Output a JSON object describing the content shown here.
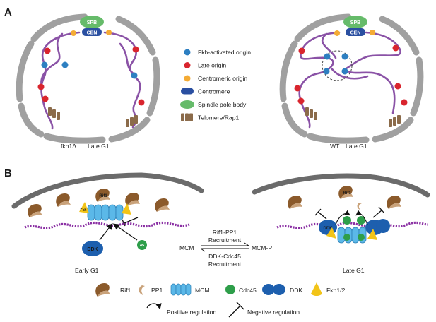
{
  "panels": {
    "a": "A",
    "b": "B"
  },
  "nucleus_left": {
    "caption_left": "fkh1Δ",
    "caption_right": "Late G1",
    "spb": "SPB",
    "cen": "CEN"
  },
  "nucleus_right": {
    "caption_left": "WT",
    "caption_right": "Late G1",
    "spb": "SPB",
    "cen": "CEN"
  },
  "legend_a": [
    {
      "label": "Fkh-activated origin",
      "icon": "blue-origin-icon",
      "color": "#2d7fc1"
    },
    {
      "label": "Late origin",
      "icon": "red-origin-icon",
      "color": "#d9252e"
    },
    {
      "label": "Centromeric origin",
      "icon": "orange-origin-icon",
      "color": "#f4ab35"
    },
    {
      "label": "Centromere",
      "icon": "centromere-icon",
      "color": "#2a4fa1",
      "tag": "CEN"
    },
    {
      "label": "Spindle pole body",
      "icon": "spb-icon",
      "color": "#66bb6a",
      "tag": "SPB"
    },
    {
      "label": "Telomere/Rap1",
      "icon": "telomere-icon",
      "color": "#8b6b4a"
    }
  ],
  "panel_b": {
    "left_caption": "Early G1",
    "right_caption": "Late G1",
    "rif1_label": "Rif1",
    "ddk_label": "DDK",
    "fkh_label": "Fkh",
    "cdc45_label": "45",
    "mcm_left": "MCM",
    "mcm_right": "MCM-P",
    "arrow_top": [
      "Rif1-PP1",
      "Recruitment"
    ],
    "arrow_bottom": [
      "DDK-Cdc45",
      "Recruitment"
    ]
  },
  "legend_b": {
    "row1": [
      "Rif1",
      "PP1",
      "MCM",
      "Cdc45",
      "DDK",
      "Fkh1/2"
    ],
    "row2": [
      "Positive regulation",
      "Negative regulation"
    ]
  },
  "colors": {
    "chromosome": "#8a52a6",
    "envelope": "#9e9e9e",
    "rif1": "#8b5a2b",
    "mcm": "#5bb8e8",
    "ddk": "#1d5fae",
    "cdc45": "#2e9e4a",
    "fkh": "#f2c418"
  }
}
